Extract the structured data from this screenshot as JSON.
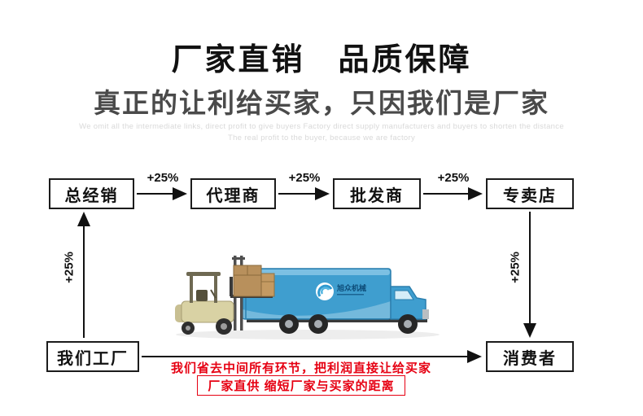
{
  "header": {
    "title": "厂家直销　品质保障",
    "subtitle": "真正的让利给买家，只因我们是厂家",
    "watermark_line1": "We omit all the intermediate links, direct profit to give buyers Factory direct supply manufacturers and buyers to shorten the distance",
    "watermark_line2": "The real profit to the buyer, because we are factory"
  },
  "flow": {
    "increment": "+25%",
    "nodes": {
      "factory": "我们工厂",
      "distributor": "总经销",
      "agent": "代理商",
      "wholesaler": "批发商",
      "store": "专卖店",
      "consumer": "消费者"
    }
  },
  "note": {
    "line1": "我们省去中间所有环节，把利润直接让给买家",
    "line2": "厂家直供 缩短厂家与买家的距离"
  },
  "truck": {
    "logo_text": "旭众机械"
  },
  "colors": {
    "note_red": "#e60012",
    "truck_blue": "#3f9ecf",
    "arrow_black": "#111111",
    "watermark_gray": "#d9d9d9"
  }
}
